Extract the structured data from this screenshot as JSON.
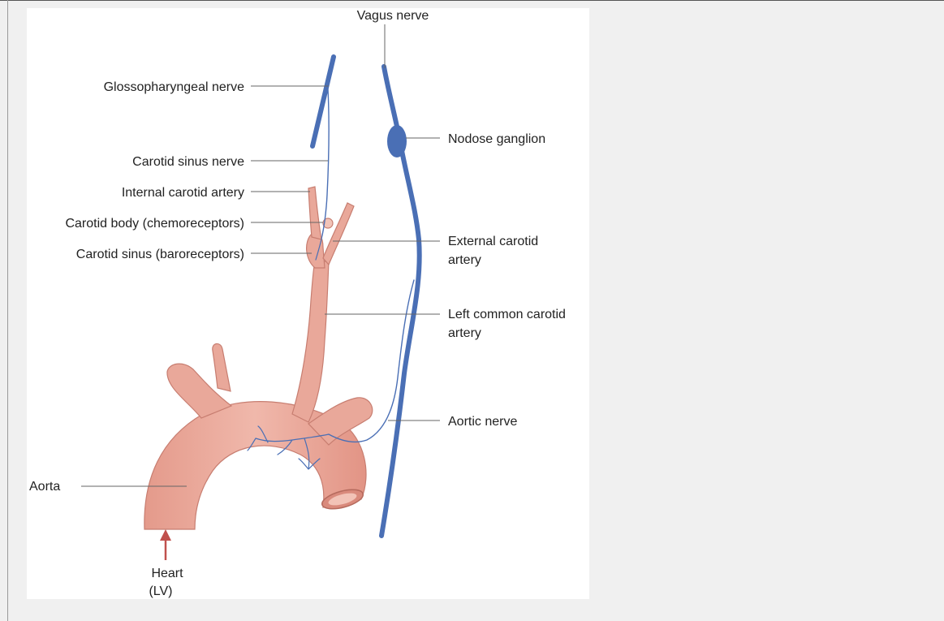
{
  "labels": {
    "vagus_nerve": "Vagus nerve",
    "glossopharyngeal_nerve": "Glossopharyngeal nerve",
    "nodose_ganglion": "Nodose ganglion",
    "carotid_sinus_nerve": "Carotid sinus nerve",
    "internal_carotid_artery": "Internal carotid artery",
    "carotid_body": "Carotid body (chemoreceptors)",
    "carotid_sinus": "Carotid sinus (baroreceptors)",
    "external_carotid_line1": "External carotid",
    "external_carotid_line2": "artery",
    "left_common_carotid_line1": "Left common carotid",
    "left_common_carotid_line2": "artery",
    "aortic_nerve": "Aortic nerve",
    "aorta": "Aorta",
    "heart_line1": "Heart",
    "heart_line2": "(LV)"
  },
  "colors": {
    "nerve": "#4a6fb5",
    "artery_fill": "#e9a89a",
    "artery_stroke": "#c77d70",
    "artery_highlight": "#f4cfc4",
    "leader_line": "#666666",
    "heart_arrow": "#c0504d"
  }
}
